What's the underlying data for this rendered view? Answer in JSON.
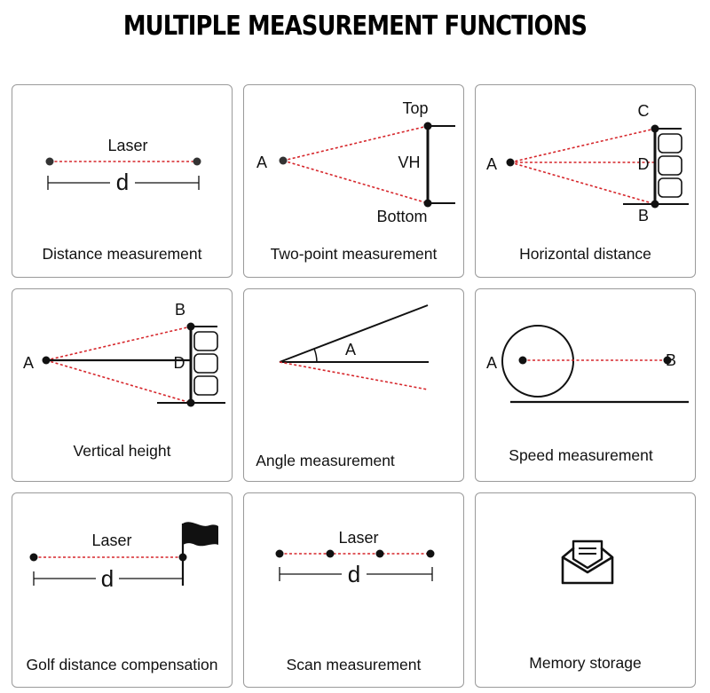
{
  "title": "MULTIPLE MEASUREMENT FUNCTIONS",
  "colors": {
    "laser": "#d6262b",
    "ink": "#111111",
    "border": "#9a9a9a"
  },
  "cards": [
    {
      "caption": "Distance measurement",
      "labels": {
        "laser": "Laser",
        "d": "d"
      }
    },
    {
      "caption": "Two-point measurement",
      "labels": {
        "top": "Top",
        "a": "A",
        "vh": "VH",
        "bottom": "Bottom"
      }
    },
    {
      "caption": "Horizontal distance",
      "labels": {
        "c": "C",
        "a": "A",
        "d": "D",
        "b": "B"
      }
    },
    {
      "caption": "Vertical height",
      "labels": {
        "b": "B",
        "a": "A",
        "d": "D"
      }
    },
    {
      "caption": "Angle measurement",
      "labels": {
        "a": "A"
      }
    },
    {
      "caption": "Speed measurement",
      "labels": {
        "a": "A",
        "b": "B"
      }
    },
    {
      "caption": "Golf distance compensation",
      "labels": {
        "laser": "Laser",
        "d": "d"
      }
    },
    {
      "caption": "Scan measurement",
      "labels": {
        "laser": "Laser",
        "d": "d"
      }
    },
    {
      "caption": "Memory storage",
      "icon": "envelope-letter-icon"
    }
  ]
}
